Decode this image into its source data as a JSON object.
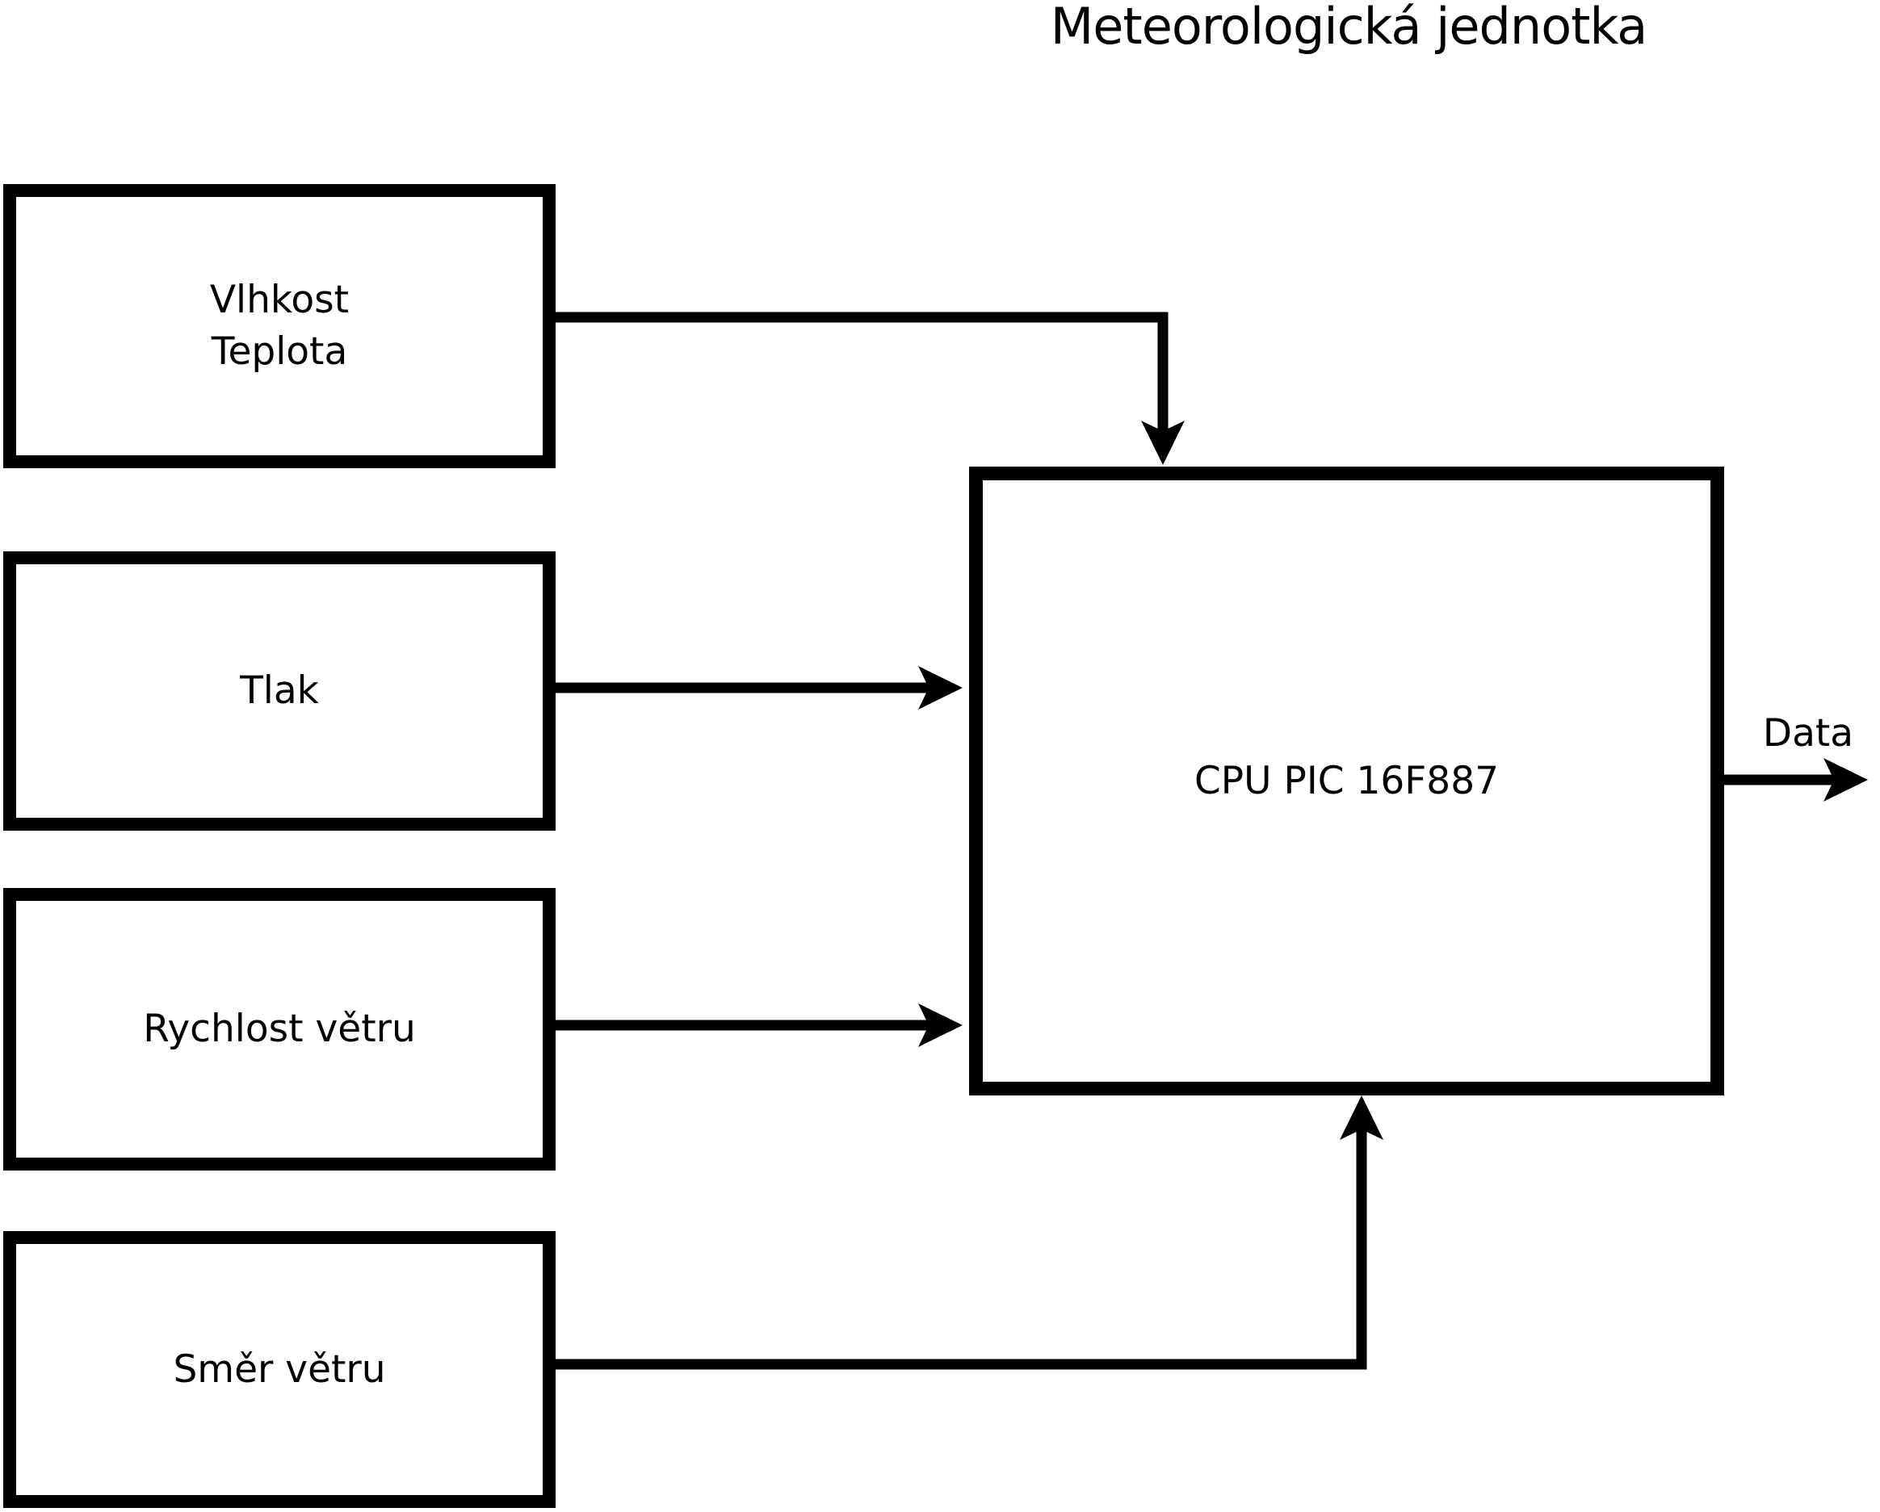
{
  "title": "Meteorologická jednotka",
  "sensors": [
    {
      "id": "vlhkost-teplota",
      "lines": [
        "Vlhkost",
        "Teplota"
      ]
    },
    {
      "id": "tlak",
      "lines": [
        "Tlak"
      ]
    },
    {
      "id": "rychlost-vetru",
      "lines": [
        "Rychlost větru"
      ]
    },
    {
      "id": "smer-vetru",
      "lines": [
        "Směr větru"
      ]
    }
  ],
  "cpu": {
    "label": "CPU PIC 16F887"
  },
  "output": {
    "label": "Data"
  },
  "colors": {
    "ink": "#000000",
    "background": "#ffffff"
  }
}
